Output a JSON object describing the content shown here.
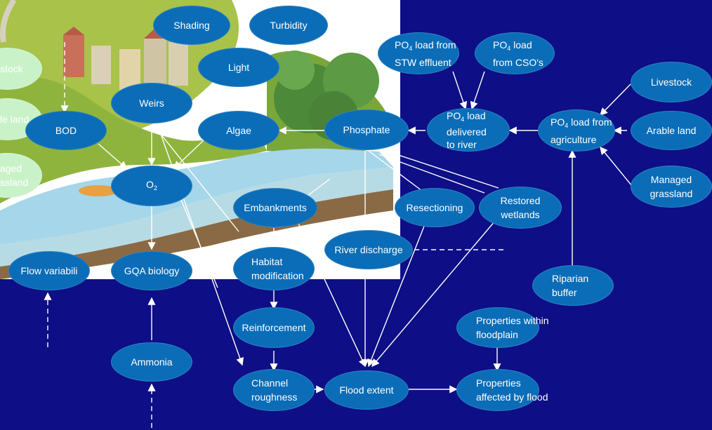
{
  "diagram": {
    "nodes": {
      "shading": "Shading",
      "turbidity": "Turbidity",
      "light": "Light",
      "weirs": "Weirs",
      "bod": "BOD",
      "algae": "Algae",
      "phosphate": "Phosphate",
      "o2_main": "O",
      "o2_sub": "2",
      "embankments": "Embankments",
      "resectioning": "Resectioning",
      "restored_wetlands": "Restored\nwetlands",
      "river_discharge": "River discharge",
      "flow_variability": "Flow variabili",
      "gqa_biology": "GQA biology",
      "habitat_modification": "Habitat\nmodification",
      "reinforcement": "Reinforcement",
      "ammonia": "Ammonia",
      "channel_roughness": "Channel\nroughness",
      "flood_extent": "Flood extent",
      "properties_affected": "Properties\naffected by flood",
      "properties_within": "Properties within\nfloodplain",
      "riparian_buffer": "Riparian\nbuffer",
      "livestock": "Livestock",
      "arable_land": "Arable land",
      "managed_grassland": "Managed\ngrassland",
      "po4_stw_pre": "PO",
      "po4_stw_sub": "4",
      "po4_stw_post": " load from",
      "po4_stw_line2": "STW effluent",
      "po4_cso_pre": "PO",
      "po4_cso_sub": "4",
      "po4_cso_post": " load",
      "po4_cso_line2": "from CSO's",
      "po4_river_pre": "PO",
      "po4_river_sub": "4",
      "po4_river_post": " load",
      "po4_river_line2": "delivered",
      "po4_river_line3": "to river",
      "po4_agri_pre": "PO",
      "po4_agri_sub": "4",
      "po4_agri_post": " load from",
      "po4_agri_line2": "agriculture",
      "left_livestock": "stock",
      "left_arable": "le land",
      "left_grassland": "aged\nssland"
    }
  }
}
